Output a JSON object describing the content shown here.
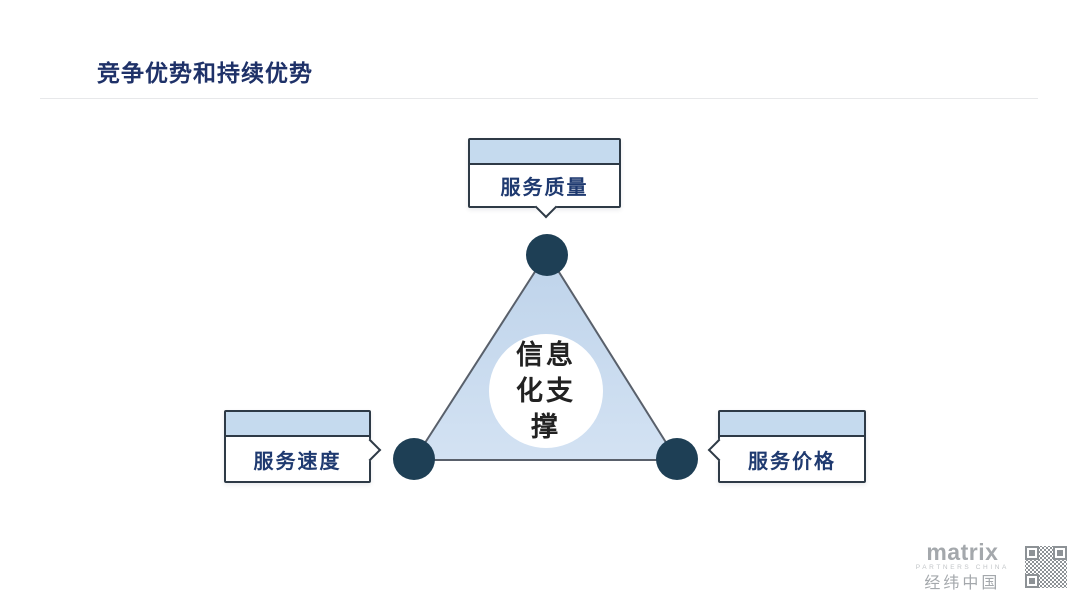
{
  "slide": {
    "title": "竞争优势和持续优势"
  },
  "diagram": {
    "center": {
      "lines": [
        "信息",
        "化支",
        "撑"
      ]
    },
    "callouts": {
      "top": {
        "label": "服务质量"
      },
      "left": {
        "label": "服务速度"
      },
      "right": {
        "label": "服务价格"
      }
    },
    "colors": {
      "title_text": "#1e3168",
      "label_text": "#1f3a70",
      "node_fill": "#1e3f55",
      "triangle_fill_top": "#bed3ea",
      "triangle_fill_bottom": "#d3e2f3",
      "triangle_stroke": "#59606b",
      "callout_header_fill": "#c5daee",
      "callout_border": "#2e3a46"
    }
  },
  "footer": {
    "logo_text": "matrix",
    "logo_subtext": "PARTNERS CHINA",
    "logo_cn": "经纬中国"
  }
}
